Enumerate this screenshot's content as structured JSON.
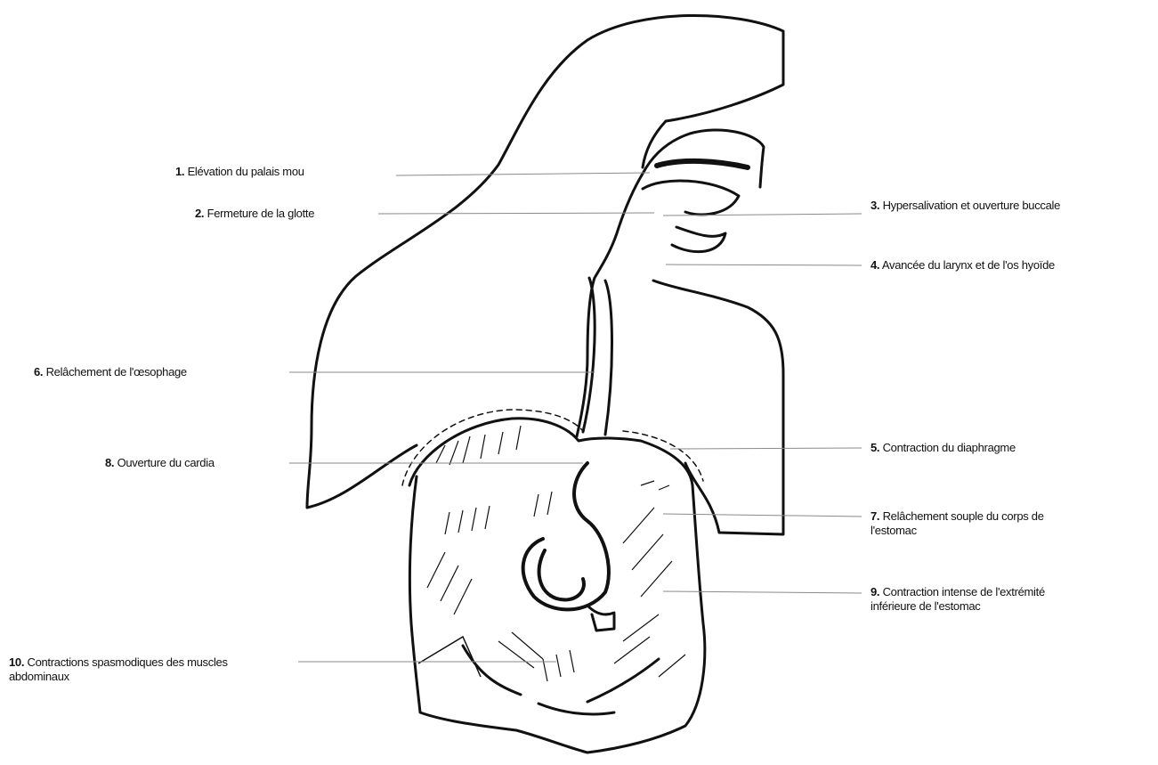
{
  "colors": {
    "stroke": "#111111",
    "leader": "#8a8a8a",
    "background": "#ffffff"
  },
  "labels": [
    {
      "num": "1.",
      "text": "Elévation du palais mou"
    },
    {
      "num": "2.",
      "text": "Fermeture de la glotte"
    },
    {
      "num": "3.",
      "text": "Hypersalivation et ouverture buccale"
    },
    {
      "num": "4.",
      "text": "Avancée du larynx et de l'os hyoïde"
    },
    {
      "num": "5.",
      "text": "Contraction du diaphragme"
    },
    {
      "num": "6.",
      "text": "Relâchement de l'œsophage"
    },
    {
      "num": "7.",
      "text": "Relâchement souple du corps de l'estomac"
    },
    {
      "num": "8.",
      "text": "Ouverture du cardia"
    },
    {
      "num": "9.",
      "text": "Contraction intense de l'extrémité inférieure de l'estomac"
    },
    {
      "num": "10.",
      "text": "Contractions spasmodiques des muscles abdominaux"
    }
  ]
}
